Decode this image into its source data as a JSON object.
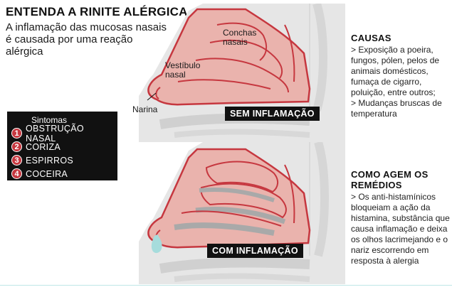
{
  "header": {
    "title": "ENTENDA A RINITE ALÉRGICA",
    "subtitle": "A inflamação das mucosas nasais é causada por uma reação alérgica"
  },
  "symptoms": {
    "heading": "Sintomas",
    "items": [
      {
        "number": "1",
        "label": "OBSTRUÇÃO NASAL"
      },
      {
        "number": "2",
        "label": "CORIZA"
      },
      {
        "number": "3",
        "label": "ESPIRROS"
      },
      {
        "number": "4",
        "label": "COCEIRA"
      }
    ]
  },
  "diagram_labels": {
    "conchas": "Conchas nasais",
    "vestibulo": "Vestíbulo nasal",
    "narina": "Narina",
    "sem_inflamacao": "SEM INFLAMAÇÃO",
    "com_inflamacao": "COM INFLAMAÇÃO"
  },
  "causas": {
    "heading": "CAUSAS",
    "text1": "> Exposição a poeira, fungos, pólen, pelos de animais domésticos, fumaça de cigarro, poluição, entre outros;",
    "text2": "> Mudanças bruscas de temperatura"
  },
  "remedios": {
    "heading": "COMO AGEM OS REMÉDIOS",
    "text": "> Os anti-histamínicos bloqueiam a ação da histamina, substância que causa inflamação e deixa os olhos lacrimejando e o nariz escorrendo em resposta à alergia"
  },
  "colors": {
    "mucosa_fill": "#eab3ad",
    "mucosa_outline": "#c6373f",
    "tissue_gray": "#e0e0e0",
    "swelling_gray": "#a9a9a9",
    "mucus": "#a6dcdc",
    "badge_red": "#c6373f"
  }
}
